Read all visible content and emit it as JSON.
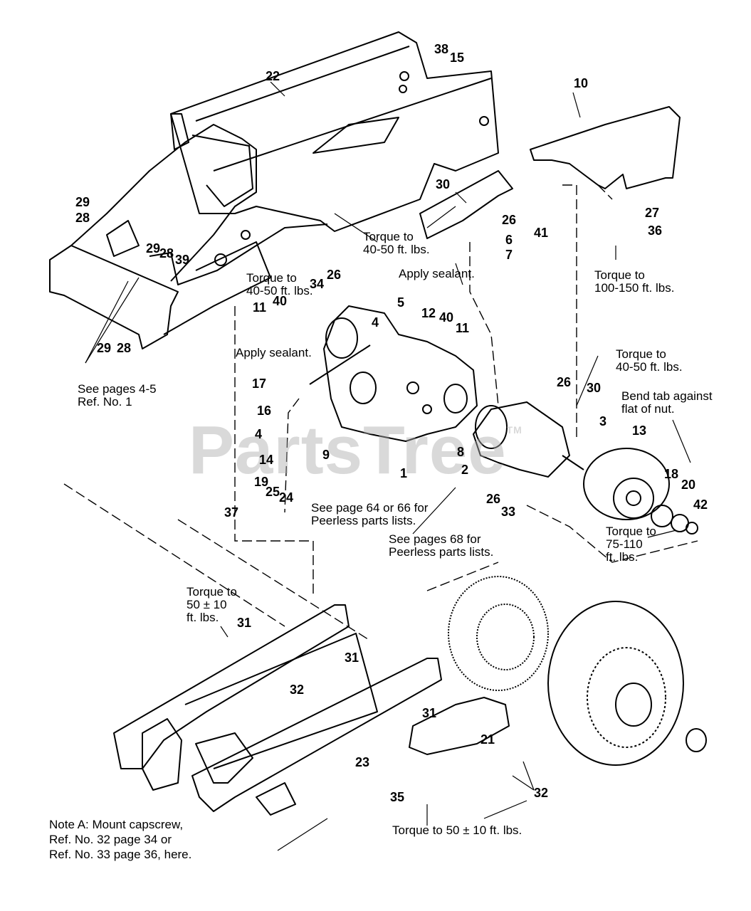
{
  "watermark": {
    "text": "PartsTree",
    "tm": "TM"
  },
  "callouts": [
    "38",
    "15",
    "22",
    "10",
    "29",
    "28",
    "30",
    "26",
    "41",
    "27",
    "6",
    "7",
    "36",
    "29",
    "28",
    "39",
    "26",
    "34",
    "11",
    "40",
    "5",
    "12",
    "40",
    "11",
    "4",
    "29",
    "28",
    "17",
    "16",
    "4",
    "9",
    "14",
    "19",
    "37",
    "25",
    "24",
    "1",
    "8",
    "2",
    "26",
    "30",
    "3",
    "13",
    "18",
    "20",
    "42",
    "26",
    "33",
    "31",
    "31",
    "32",
    "31",
    "23",
    "21",
    "35",
    "32"
  ],
  "annotations": {
    "torque_40_50_a": [
      "Torque to",
      "40-50 ft. lbs."
    ],
    "torque_40_50_b": [
      "Torque to",
      "40-50 ft. lbs."
    ],
    "apply_sealant_top": "Apply sealant.",
    "apply_sealant_left": "Apply sealant.",
    "torque_100_150": [
      "Torque to",
      "100-150 ft. lbs."
    ],
    "torque_40_50_c": [
      "Torque to",
      "40-50 ft. lbs."
    ],
    "bend_tab": [
      "Bend tab against",
      "flat of nut."
    ],
    "see_pages_4_5": [
      "See pages 4-5",
      "Ref. No. 1"
    ],
    "see_page_64": [
      "See page 64 or 66 for",
      "Peerless parts lists."
    ],
    "see_pages_68": [
      "See pages 68 for",
      "Peerless parts lists."
    ],
    "torque_75_110": [
      "Torque to",
      "75-110",
      "ft. lbs."
    ],
    "torque_50_left": [
      "Torque to",
      "50 ± 10",
      "ft. lbs."
    ],
    "torque_50_bottom": "Torque to 50 ± 10 ft. lbs.",
    "note_a": [
      "Note A: Mount capscrew,",
      "Ref. No. 32 page 34 or",
      "Ref. No. 33 page 36, here."
    ]
  }
}
